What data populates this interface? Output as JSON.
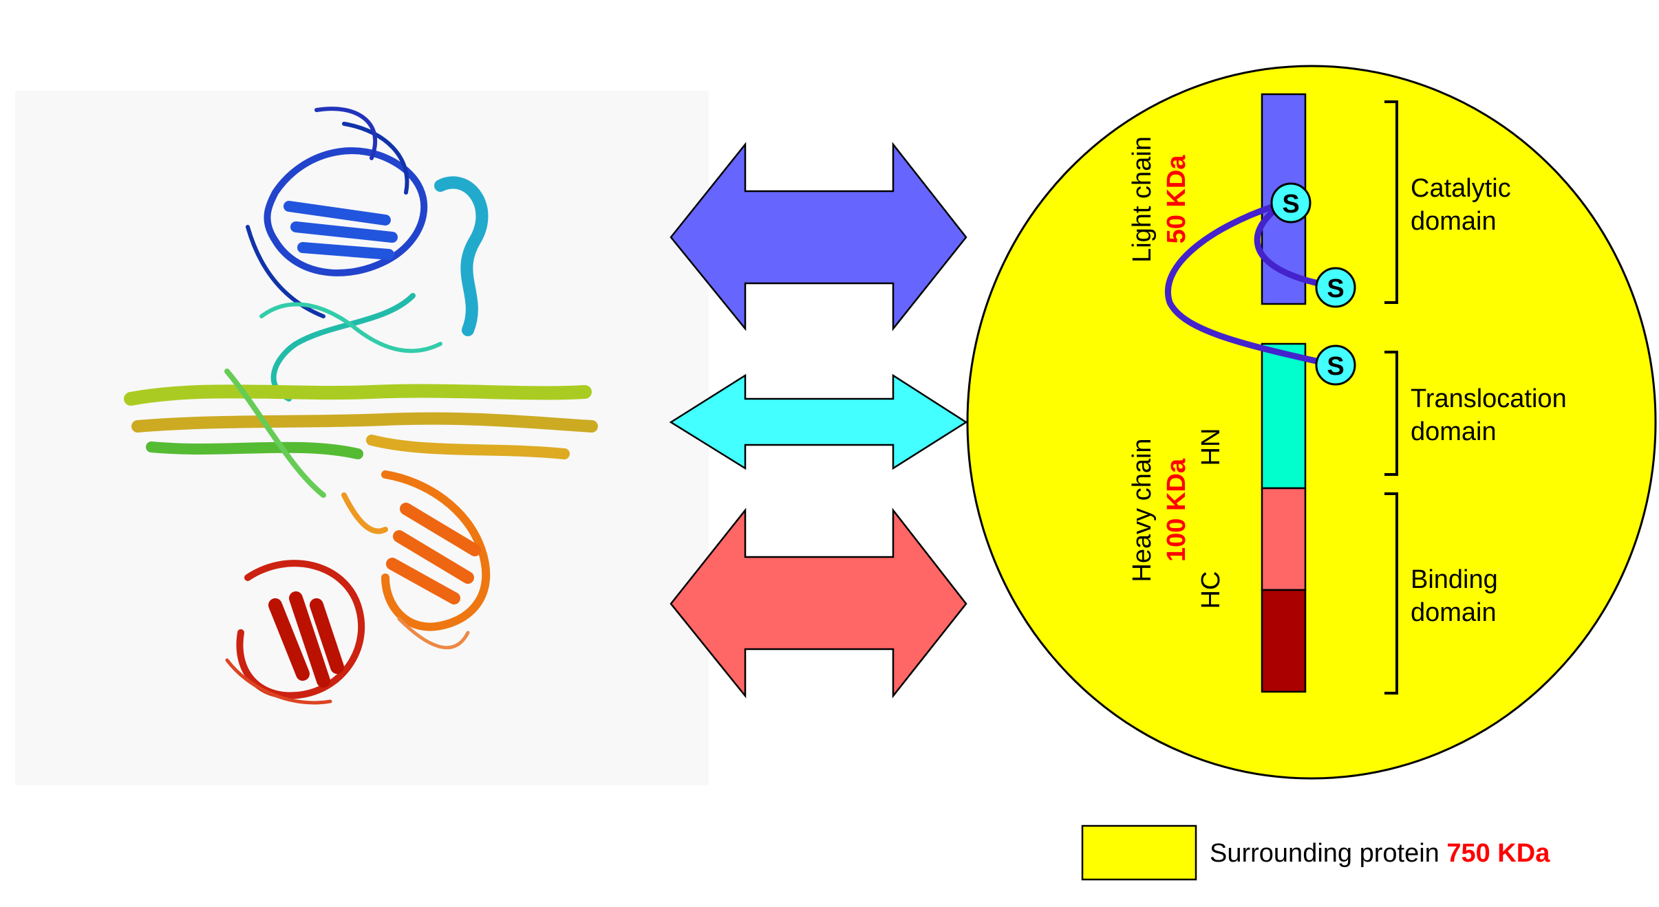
{
  "colors": {
    "catalytic": "#6666ff",
    "translocation": "#00ffcc",
    "binding_light": "#ff6666",
    "binding_dark": "#aa0000",
    "ellipse": "#ffff00",
    "arrow_top": "#6666ff",
    "arrow_mid": "#44ffff",
    "arrow_bottom": "#ff6666",
    "disulfide": "#4422cc",
    "sulfur": "#44ffff",
    "mass": "#ff0000",
    "structure_panel": "#f8f8f8"
  },
  "structure": {
    "icon": "protein-ribbon-structure-icon"
  },
  "chains": {
    "light": {
      "name": "Light chain",
      "mass": "50 KDa"
    },
    "heavy": {
      "name": "Heavy chain",
      "mass": "100 KDa"
    }
  },
  "fragments": {
    "hn": "HN",
    "hc": "HC"
  },
  "sulfur_label": "S",
  "domains": {
    "catalytic": [
      "Catalytic",
      "domain"
    ],
    "translocation": [
      "Translocation",
      "domain"
    ],
    "binding": [
      "Binding",
      "domain"
    ]
  },
  "legend": {
    "label": "Surrounding protein",
    "mass": "750 KDa"
  }
}
